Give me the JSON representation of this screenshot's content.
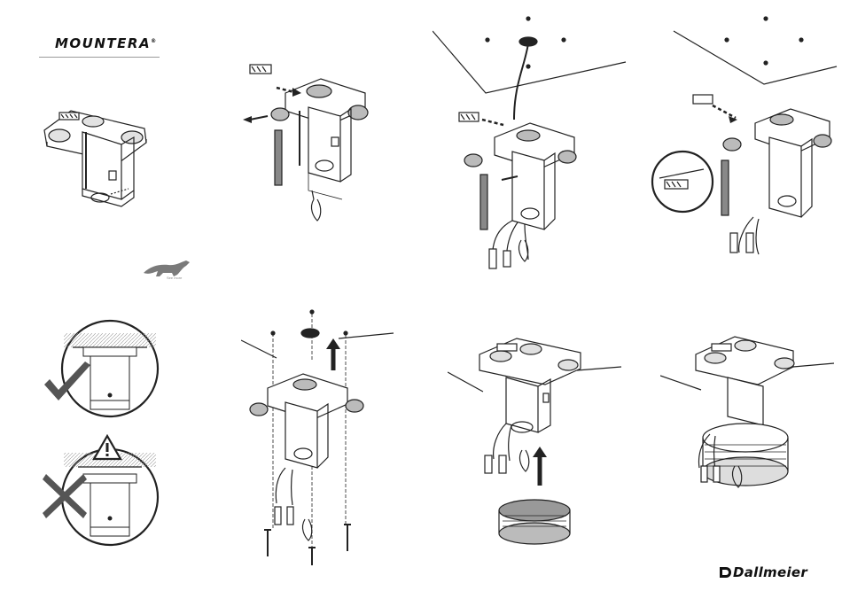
{
  "brand": {
    "name": "MOUNTERA",
    "mark": "®"
  },
  "cat_caption": "See more",
  "footer": {
    "logo": "Dallmeier"
  },
  "colors": {
    "line": "#222222",
    "gray": "#8a8a8a",
    "light": "#d9d9d9",
    "mid": "#b5b5b5",
    "dark": "#555555"
  },
  "icons": [
    "check-mark-icon",
    "cross-mark-icon",
    "warning-triangle-icon",
    "arrow-icon"
  ]
}
